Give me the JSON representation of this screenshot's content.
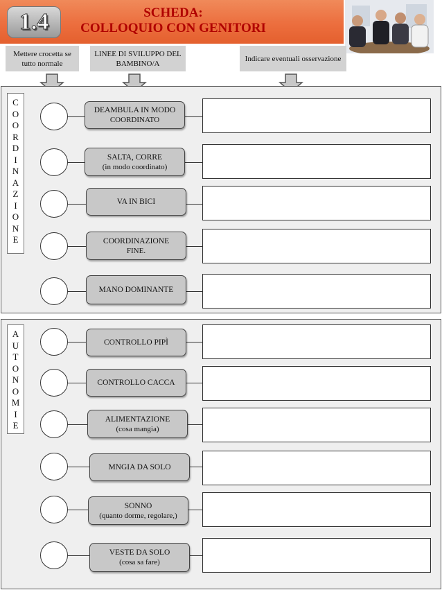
{
  "header": {
    "badge": "1.4",
    "title_line1": "SCHEDA:",
    "title_line2": "COLLOQUIO CON GENITORI",
    "colors": {
      "banner": "#ec6e3e",
      "title": "#b00000"
    }
  },
  "columns": {
    "check": "Mettere crocetta se tutto normale",
    "lines": "LINEE DI SVILUPPO DEL BAMBINO/A",
    "notes": "Indicare eventuali osservazione"
  },
  "sections": [
    {
      "label": "COORDINAZIONE",
      "items": [
        {
          "line1": "DEAMBULA IN MODO",
          "line2": "COORDINATO"
        },
        {
          "line1": "SALTA, CORRE",
          "line2": "(in modo coordinato)"
        },
        {
          "line1": "VA IN BICI",
          "line2": ""
        },
        {
          "line1": "COORDINAZIONE",
          "line2": "FINE."
        },
        {
          "line1": "MANO DOMINANTE",
          "line2": ""
        }
      ]
    },
    {
      "label": "AUTONOMIE",
      "items": [
        {
          "line1": "CONTROLLO PIPÌ",
          "line2": ""
        },
        {
          "line1": "CONTROLLO CACCA",
          "line2": ""
        },
        {
          "line1": "ALIMENTAZIONE",
          "line2": "(cosa mangia)"
        },
        {
          "line1": "MNGIA DA SOLO",
          "line2": ""
        },
        {
          "line1": "SONNO",
          "line2": "(quanto dorme, regolare,)"
        },
        {
          "line1": "VESTE DA SOLO",
          "line2": "(cosa sa fare)"
        }
      ]
    }
  ]
}
